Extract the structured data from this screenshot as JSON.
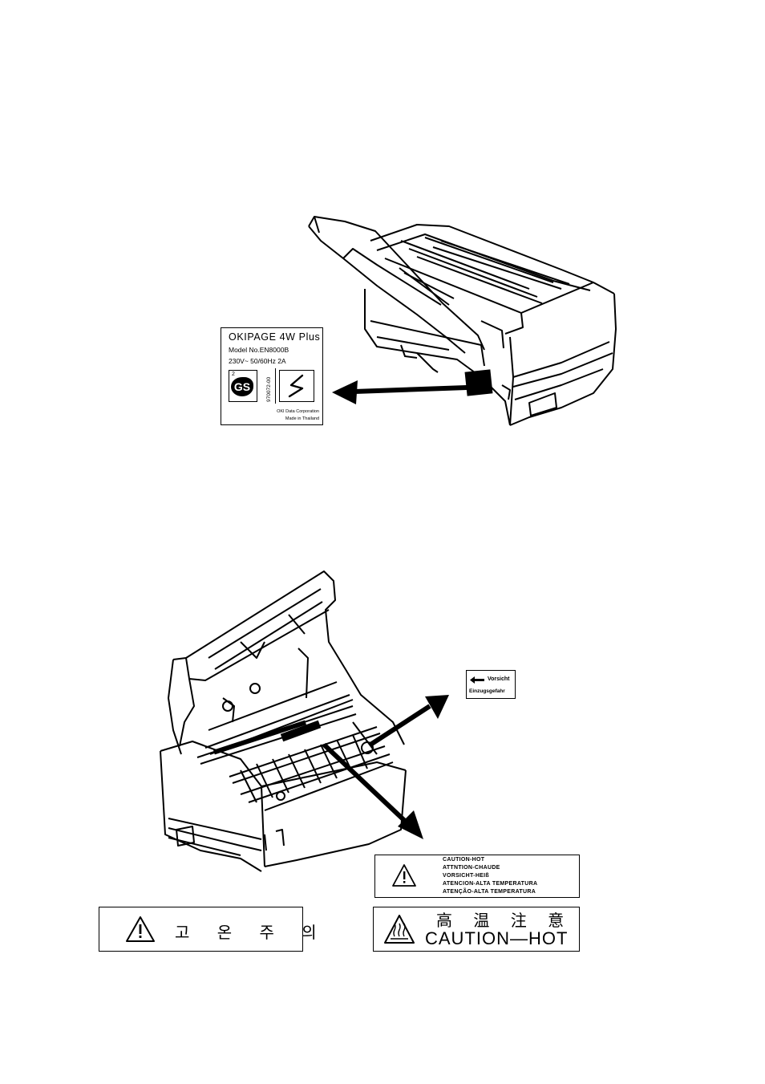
{
  "rating_label": {
    "brand": "OKIPAGE 4W Plus",
    "model": "Model No.EN8000B",
    "power": "230V~ 50/60Hz 2A",
    "gs_mark": "GS",
    "gs_superscript": "2",
    "code": "970072-00",
    "maker": "OKI Data Corporation",
    "origin": "Made in Thailand"
  },
  "vorsicht_label": {
    "line1": "Vorsicht",
    "line2": "Einzugsgefahr"
  },
  "caution_label": {
    "lines": [
      "CAUTION-HOT",
      "ATTNTION-CHAUDE",
      "VORSICHT-HEIß",
      "ATENCION-ALTA TEMPERATURA",
      "ATENÇÃO-ALTA TEMPERATURA"
    ]
  },
  "korean_label": {
    "text": "고 온 주 의"
  },
  "cjk_label": {
    "top": "高 温 注 意",
    "bottom": "CAUTION—HOT"
  },
  "icons": [
    "warning-triangle-icon",
    "hot-surface-icon",
    "arrow-left-icon"
  ]
}
